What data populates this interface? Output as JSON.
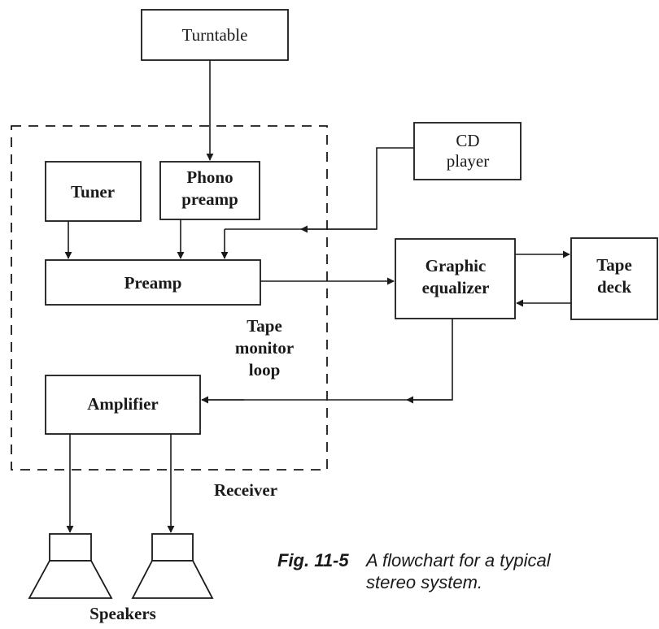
{
  "boxes": {
    "turntable": "Turntable",
    "cd_player": [
      "CD",
      "player"
    ],
    "tuner": "Tuner",
    "phono_preamp": [
      "Phono",
      "preamp"
    ],
    "preamp": "Preamp",
    "graphic_equalizer": [
      "Graphic",
      "equalizer"
    ],
    "tape_deck": [
      "Tape",
      "deck"
    ],
    "amplifier": "Amplifier"
  },
  "labels": {
    "tape_monitor_loop": [
      "Tape",
      "monitor",
      "loop"
    ],
    "receiver": "Receiver",
    "speakers": "Speakers"
  },
  "caption": {
    "figure": "Fig. 11-5",
    "text_line1": "A flowchart for a typical",
    "text_line2": "stereo system."
  }
}
